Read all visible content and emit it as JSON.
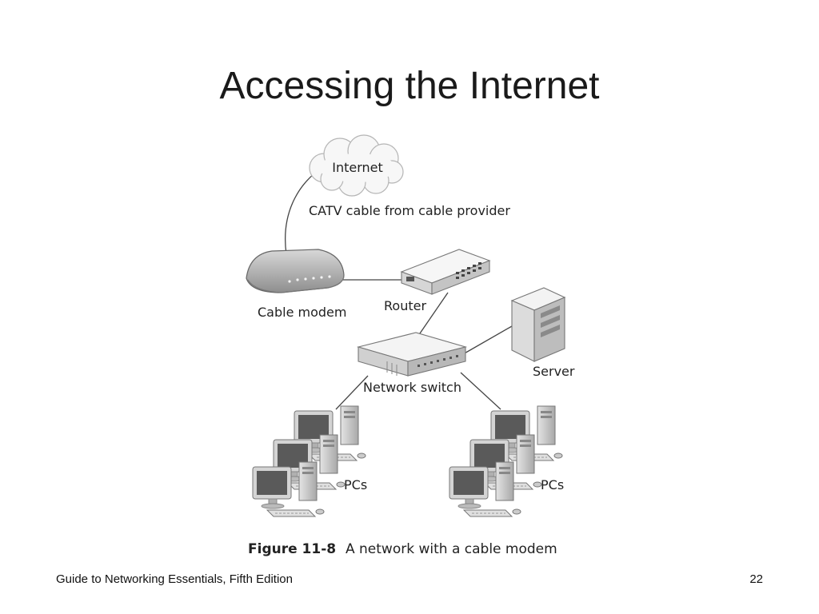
{
  "slide": {
    "title": "Accessing the Internet",
    "footer_left": "Guide to Networking Essentials, Fifth Edition",
    "page_number": "22"
  },
  "diagram": {
    "labels": {
      "internet": "Internet",
      "catv": "CATV cable from cable provider",
      "cable_modem": "Cable modem",
      "router": "Router",
      "server": "Server",
      "network_switch": "Network switch",
      "pcs_left": "PCs",
      "pcs_right": "PCs"
    },
    "caption": {
      "figure": "Figure 11-8",
      "text": "A network with a cable modem"
    }
  }
}
